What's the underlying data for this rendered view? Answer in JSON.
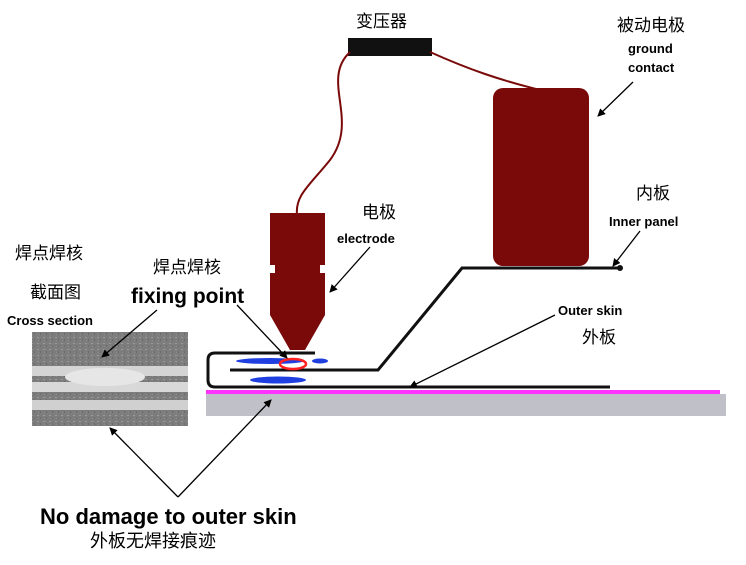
{
  "labels": {
    "transformer": "变压器",
    "ground_contact_zh": "被动电极",
    "ground_contact_en_1": "ground",
    "ground_contact_en_2": "contact",
    "electrode_zh": "电极",
    "electrode_en": "electrode",
    "inner_panel_zh": "内板",
    "inner_panel_en": "Inner panel",
    "outer_skin_en": "Outer skin",
    "outer_skin_zh": "外板",
    "nugget_zh": "焊点焊核",
    "cross_section_zh": "截面图",
    "cross_section_en": "Cross section",
    "fixing_point_zh": "焊点焊核",
    "fixing_point_en": "fixing point",
    "no_damage_en": "No damage to outer skin",
    "no_damage_zh": "外板无焊接痕迹"
  },
  "colors": {
    "electrode_red": "#7a0a0a",
    "panel_line": "#111111",
    "outer_skin_magenta": "#ff33ff",
    "base_gray": "#c0c0c8",
    "weld_blue": "#1f3fe0",
    "nugget_red": "#ff2020"
  }
}
